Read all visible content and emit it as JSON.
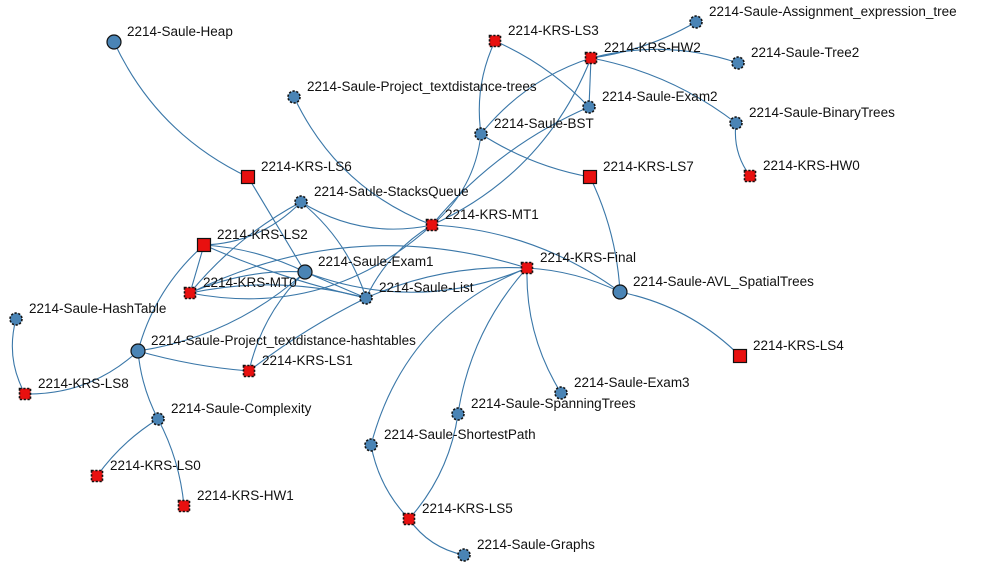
{
  "graph": {
    "colors": {
      "edge": "#3a77a8",
      "circle_fill": "#4a84b5",
      "square_fill": "#e8100f",
      "outline": "#111111"
    },
    "nodes": [
      {
        "id": "heap",
        "label": "2214-Saule-Heap",
        "shape": "circle",
        "style": "solid"
      },
      {
        "id": "assign",
        "label": "2214-Saule-Assignment_expression_tree",
        "shape": "circle",
        "style": "dashed"
      },
      {
        "id": "ls3",
        "label": "2214-KRS-LS3",
        "shape": "square",
        "style": "dashed"
      },
      {
        "id": "hw2",
        "label": "2214-KRS-HW2",
        "shape": "square",
        "style": "dashed"
      },
      {
        "id": "tree2",
        "label": "2214-Saule-Tree2",
        "shape": "circle",
        "style": "dashed"
      },
      {
        "id": "ptt",
        "label": "2214-Saule-Project_textdistance-trees",
        "shape": "circle",
        "style": "dashed"
      },
      {
        "id": "exam2",
        "label": "2214-Saule-Exam2",
        "shape": "circle",
        "style": "dashed"
      },
      {
        "id": "bintrees",
        "label": "2214-Saule-BinaryTrees",
        "shape": "circle",
        "style": "dashed"
      },
      {
        "id": "bst",
        "label": "2214-Saule-BST",
        "shape": "circle",
        "style": "dashed"
      },
      {
        "id": "ls6",
        "label": "2214-KRS-LS6",
        "shape": "square",
        "style": "solid"
      },
      {
        "id": "ls7",
        "label": "2214-KRS-LS7",
        "shape": "square",
        "style": "solid"
      },
      {
        "id": "hw0",
        "label": "2214-KRS-HW0",
        "shape": "square",
        "style": "dashed"
      },
      {
        "id": "stacks",
        "label": "2214-Saule-StacksQueue",
        "shape": "circle",
        "style": "dashed"
      },
      {
        "id": "mt1",
        "label": "2214-KRS-MT1",
        "shape": "square",
        "style": "dashed"
      },
      {
        "id": "ls2",
        "label": "2214-KRS-LS2",
        "shape": "square",
        "style": "solid"
      },
      {
        "id": "exam1",
        "label": "2214-Saule-Exam1",
        "shape": "circle",
        "style": "solid"
      },
      {
        "id": "final",
        "label": "2214-KRS-Final",
        "shape": "square",
        "style": "dashed"
      },
      {
        "id": "mt0",
        "label": "2214-KRS-MT0",
        "shape": "square",
        "style": "dashed"
      },
      {
        "id": "avl",
        "label": "2214-Saule-AVL_SpatialTrees",
        "shape": "circle",
        "style": "solid"
      },
      {
        "id": "list",
        "label": "2214-Saule-List",
        "shape": "circle",
        "style": "dashed"
      },
      {
        "id": "hashtable",
        "label": "2214-Saule-HashTable",
        "shape": "circle",
        "style": "dashed"
      },
      {
        "id": "pth",
        "label": "2214-Saule-Project_textdistance-hashtables",
        "shape": "circle",
        "style": "solid"
      },
      {
        "id": "ls4",
        "label": "2214-KRS-LS4",
        "shape": "square",
        "style": "solid"
      },
      {
        "id": "ls1",
        "label": "2214-KRS-LS1",
        "shape": "square",
        "style": "dashed"
      },
      {
        "id": "ls8",
        "label": "2214-KRS-LS8",
        "shape": "square",
        "style": "dashed"
      },
      {
        "id": "exam3",
        "label": "2214-Saule-Exam3",
        "shape": "circle",
        "style": "dashed"
      },
      {
        "id": "complexity",
        "label": "2214-Saule-Complexity",
        "shape": "circle",
        "style": "dashed"
      },
      {
        "id": "spanning",
        "label": "2214-Saule-SpanningTrees",
        "shape": "circle",
        "style": "dashed"
      },
      {
        "id": "shortest",
        "label": "2214-Saule-ShortestPath",
        "shape": "circle",
        "style": "dashed"
      },
      {
        "id": "ls0",
        "label": "2214-KRS-LS0",
        "shape": "square",
        "style": "dashed"
      },
      {
        "id": "hw1",
        "label": "2214-KRS-HW1",
        "shape": "square",
        "style": "dashed"
      },
      {
        "id": "ls5",
        "label": "2214-KRS-LS5",
        "shape": "square",
        "style": "dashed"
      },
      {
        "id": "graphs",
        "label": "2214-Saule-Graphs",
        "shape": "circle",
        "style": "dashed"
      }
    ],
    "edges": [
      [
        "heap",
        "ls6"
      ],
      [
        "ls6",
        "exam1"
      ],
      [
        "ls3",
        "exam2"
      ],
      [
        "ls3",
        "bst"
      ],
      [
        "hw2",
        "assign"
      ],
      [
        "hw2",
        "tree2"
      ],
      [
        "hw2",
        "bintrees"
      ],
      [
        "hw2",
        "exam2"
      ],
      [
        "hw2",
        "bst"
      ],
      [
        "hw2",
        "mt1"
      ],
      [
        "ptt",
        "mt1"
      ],
      [
        "bst",
        "mt1"
      ],
      [
        "bst",
        "ls7"
      ],
      [
        "exam2",
        "mt1"
      ],
      [
        "bintrees",
        "hw0"
      ],
      [
        "ls7",
        "avl"
      ],
      [
        "stacks",
        "mt1"
      ],
      [
        "stacks",
        "mt0"
      ],
      [
        "stacks",
        "ls2"
      ],
      [
        "stacks",
        "list"
      ],
      [
        "mt1",
        "list"
      ],
      [
        "mt1",
        "mt0"
      ],
      [
        "mt1",
        "avl"
      ],
      [
        "ls2",
        "list"
      ],
      [
        "ls2",
        "exam1"
      ],
      [
        "ls2",
        "mt0"
      ],
      [
        "ls2",
        "pth"
      ],
      [
        "exam1",
        "mt0"
      ],
      [
        "exam1",
        "list"
      ],
      [
        "exam1",
        "ls1"
      ],
      [
        "exam1",
        "pth"
      ],
      [
        "exam1",
        "final"
      ],
      [
        "final",
        "list"
      ],
      [
        "final",
        "avl"
      ],
      [
        "final",
        "exam3"
      ],
      [
        "final",
        "spanning"
      ],
      [
        "final",
        "shortest"
      ],
      [
        "final",
        "mt0"
      ],
      [
        "mt0",
        "list"
      ],
      [
        "list",
        "ls1"
      ],
      [
        "avl",
        "ls4"
      ],
      [
        "hashtable",
        "ls8"
      ],
      [
        "pth",
        "ls8"
      ],
      [
        "pth",
        "ls1"
      ],
      [
        "pth",
        "complexity"
      ],
      [
        "complexity",
        "ls0"
      ],
      [
        "complexity",
        "hw1"
      ],
      [
        "spanning",
        "ls5"
      ],
      [
        "shortest",
        "ls5"
      ],
      [
        "ls5",
        "graphs"
      ]
    ]
  }
}
